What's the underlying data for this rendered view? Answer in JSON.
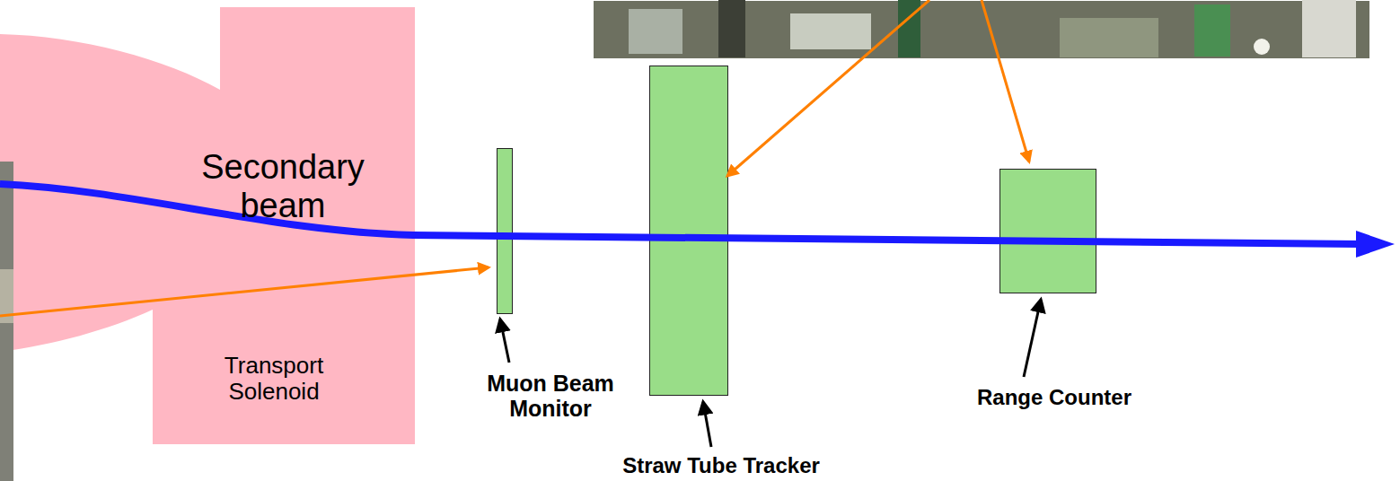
{
  "diagram": {
    "nodes": [
      {
        "text": [
          "Secondary beam",
          "Transport Solenoid"
        ]
      },
      {
        "text": [
          "Muon Beam Monitor"
        ]
      },
      {
        "text": [
          "Straw Tube Tracker"
        ]
      },
      {
        "text": [
          "Range Counter"
        ]
      }
    ]
  }
}
